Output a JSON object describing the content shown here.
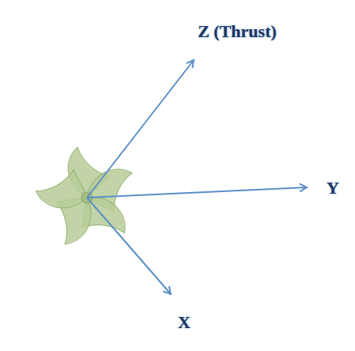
{
  "diagram": {
    "labels": [
      "Z (Thrust)",
      "Y",
      "X"
    ]
  }
}
